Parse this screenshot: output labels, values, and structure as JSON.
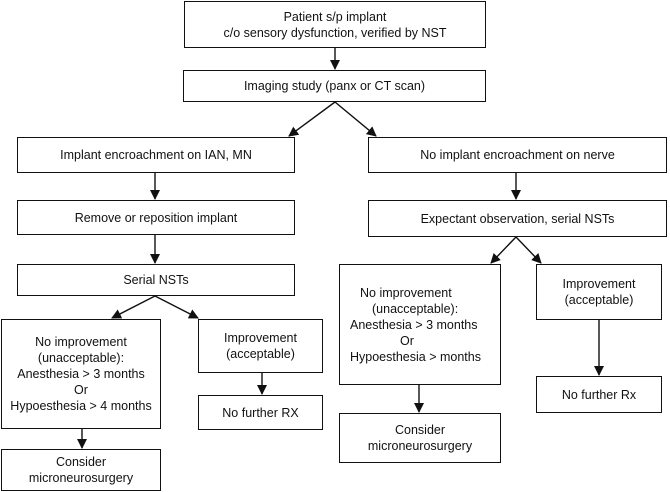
{
  "nodes": {
    "patient": {
      "lines": [
        "Patient s/p implant",
        "c/o sensory dysfunction, verified by NST"
      ]
    },
    "imaging": {
      "lines": [
        "Imaging study (panx or CT scan)"
      ]
    },
    "encroach": {
      "lines": [
        "Implant encroachment on IAN, MN"
      ]
    },
    "no_encroach": {
      "lines": [
        "No implant encroachment on nerve"
      ]
    },
    "remove": {
      "lines": [
        "Remove or reposition implant"
      ]
    },
    "expectant": {
      "lines": [
        "Expectant observation, serial NSTs"
      ]
    },
    "serial_nsts": {
      "lines": [
        "Serial NSTs"
      ]
    },
    "left_noimp": {
      "lines": [
        "No improvement",
        "(unacceptable):",
        "Anesthesia > 3 months",
        "Or",
        "Hypoesthesia > 4 months"
      ]
    },
    "left_imp": {
      "lines": [
        "Improvement",
        "(acceptable)"
      ]
    },
    "left_nofurther": {
      "lines": [
        "No further RX"
      ]
    },
    "left_consider": {
      "lines": [
        "Consider",
        "microneurosurgery"
      ]
    },
    "right_noimp": {
      "lines": [
        "No improvement",
        "(unacceptable):",
        "Anesthesia > 3 months",
        "Or",
        "Hypoesthesia > months"
      ]
    },
    "right_imp": {
      "lines": [
        "Improvement",
        "(acceptable)"
      ]
    },
    "right_nofurther": {
      "lines": [
        "No further Rx"
      ]
    },
    "right_consider": {
      "lines": [
        "Consider",
        "microneurosurgery"
      ]
    }
  },
  "colors": {
    "line": "#111111",
    "background": "#ffffff"
  }
}
